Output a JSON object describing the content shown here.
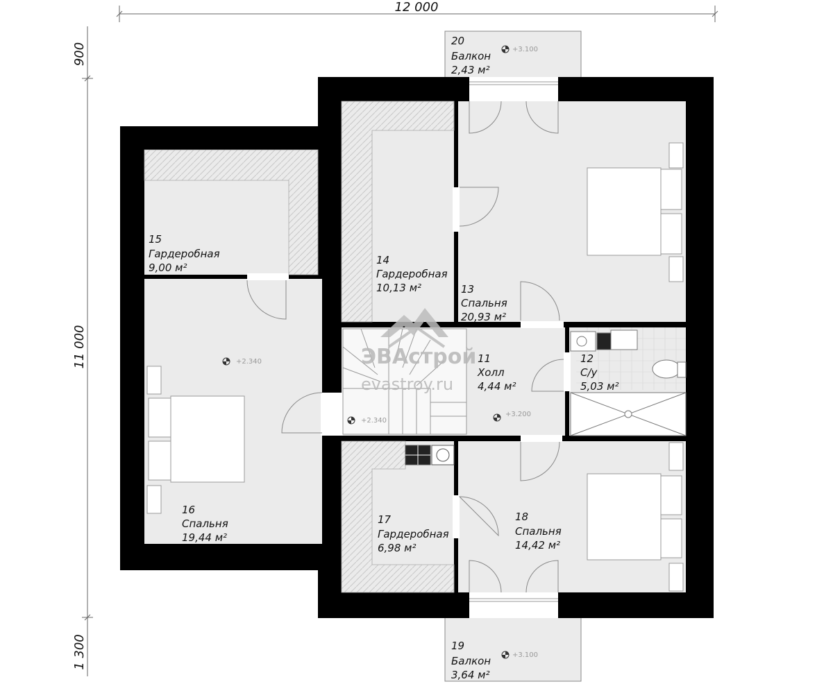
{
  "dimensions": {
    "top_width": "12 000",
    "left_top": "900",
    "left_main": "11 000",
    "left_bottom": "1 300"
  },
  "rooms": [
    {
      "id": "r11",
      "number": "11",
      "name": "Холл",
      "area": "4,44 м²"
    },
    {
      "id": "r12",
      "number": "12",
      "name": "С/у",
      "area": "5,03 м²"
    },
    {
      "id": "r13",
      "number": "13",
      "name": "Спальня",
      "area": "20,93 м²"
    },
    {
      "id": "r14",
      "number": "14",
      "name": "Гардеробная",
      "area": "10,13 м²"
    },
    {
      "id": "r15",
      "number": "15",
      "name": "Гардеробная",
      "area": "9,00 м²"
    },
    {
      "id": "r16",
      "number": "16",
      "name": "Спальня",
      "area": "19,44 м²"
    },
    {
      "id": "r17",
      "number": "17",
      "name": "Гардеробная",
      "area": "6,98 м²"
    },
    {
      "id": "r18",
      "number": "18",
      "name": "Спальня",
      "area": "14,42 м²"
    },
    {
      "id": "r19",
      "number": "19",
      "name": "Балкон",
      "area": "3,64 м²"
    },
    {
      "id": "r20",
      "number": "20",
      "name": "Балкон",
      "area": "2,43 м²"
    }
  ],
  "levels": {
    "balcony_top": "+3.100",
    "room16": "+2.340",
    "stair": "+2.340",
    "hall": "+3.200",
    "balcony_bottom": "+3.100"
  },
  "watermark": {
    "brand": "ЭВАстрой",
    "site": "evastroy.ru"
  },
  "colors": {
    "wall": "#000000",
    "floor": "#ebebeb",
    "line": "#888888"
  }
}
